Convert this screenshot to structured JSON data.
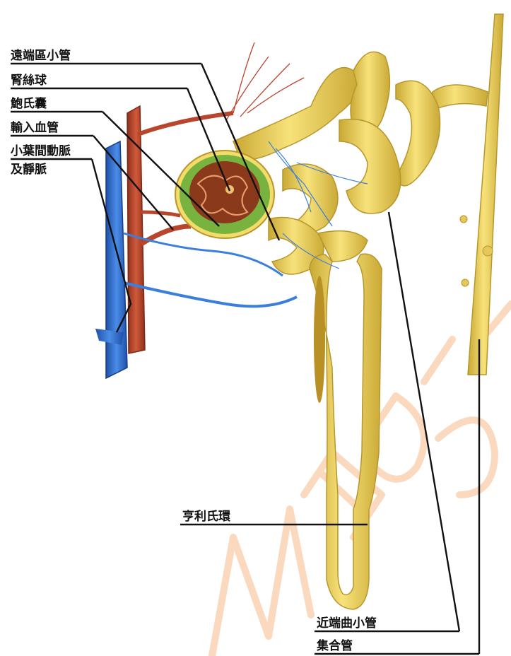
{
  "labels": {
    "distal_tubule": "遠端區小管",
    "glomerulus": "腎絲球",
    "bowman_capsule": "鮑氏囊",
    "afferent_arteriole": "輸入血管",
    "interlobular_vessels_1": "小葉間動脈",
    "interlobular_vessels_2": "及靜脈",
    "loop_of_henle": "亨利氏環",
    "proximal_tubule": "近端曲小管",
    "collecting_duct": "集合管"
  },
  "watermark": {
    "text": "MEDICI",
    "color": "#f6b98a"
  },
  "colors": {
    "tubule": "#f3dc6a",
    "tubule_dark": "#c9a834",
    "artery": "#b8452c",
    "vein": "#2f6fd1",
    "capsule_green": "#78b33f",
    "glomerulus": "#8a3a1a"
  }
}
